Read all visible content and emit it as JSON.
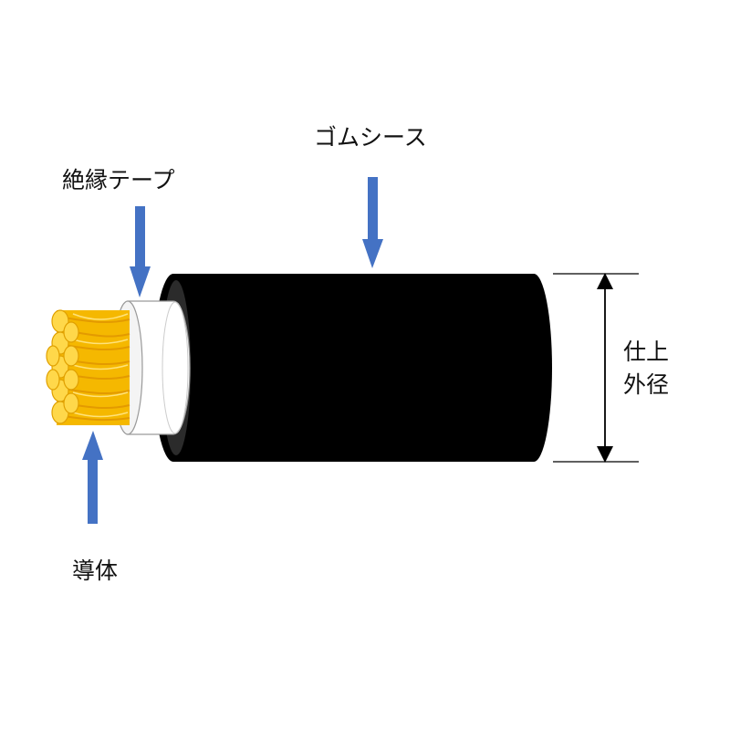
{
  "labels": {
    "rubber_sheath": "ゴムシース",
    "insulation_tape": "絶縁テープ",
    "conductor": "導体",
    "finished_od_line1": "仕上",
    "finished_od_line2": "外径"
  },
  "colors": {
    "sheath": "#000000",
    "sheath_end_ring": "#2b2b2b",
    "insulation_tape": "#ffffff",
    "conductor": "#f5b800",
    "conductor_highlight": "#ffd84a",
    "arrow": "#4472c4",
    "dimension_line": "#000000"
  },
  "icons": {
    "pointer": "down-arrow-icon",
    "pointer_up": "up-arrow-icon",
    "dimension": "double-headed-arrow-icon"
  }
}
